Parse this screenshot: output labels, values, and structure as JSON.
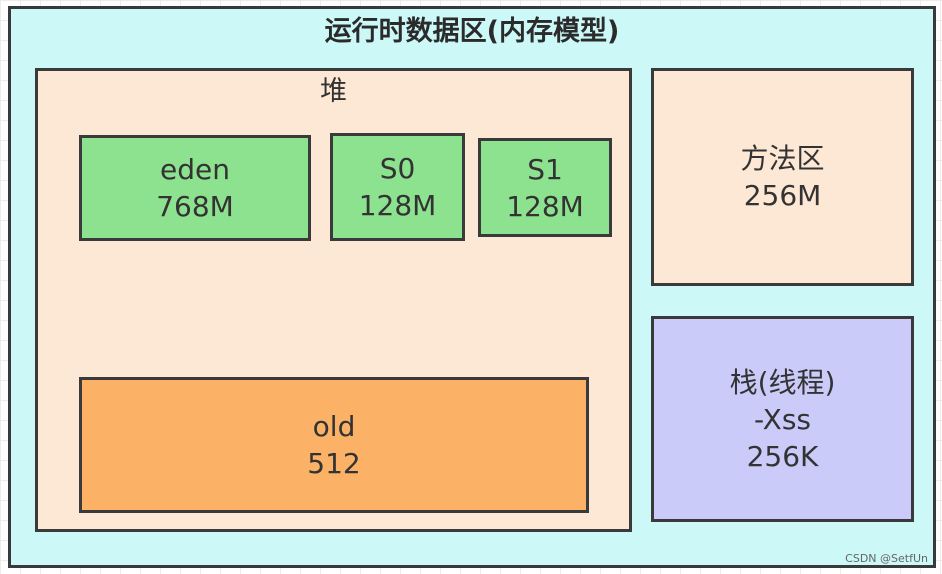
{
  "colors": {
    "outer": "#ccf8f8",
    "heap": "#fde8d5",
    "young": "#8de28f",
    "old": "#fbb266",
    "stack": "#cbcbfa"
  },
  "runtime_data_area": {
    "title": "运行时数据区(内存模型)"
  },
  "heap": {
    "title": "堆",
    "eden": {
      "name": "eden",
      "size": "768M"
    },
    "s0": {
      "name": "S0",
      "size": "128M"
    },
    "s1": {
      "name": "S1",
      "size": "128M"
    },
    "old": {
      "name": "old",
      "size": "512"
    }
  },
  "method_area": {
    "name": "方法区",
    "size": "256M"
  },
  "stack": {
    "name": "栈(线程)",
    "option": "-Xss",
    "size": "256K"
  },
  "watermark": "CSDN @SetfUn"
}
